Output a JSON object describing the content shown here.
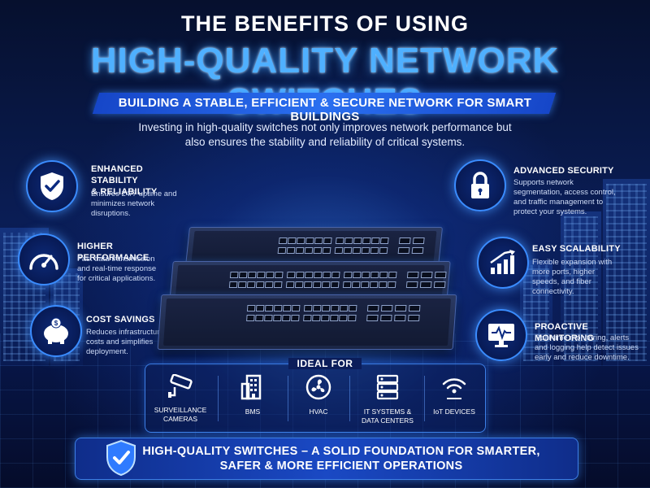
{
  "header": {
    "title_line1": "THE BENEFITS OF USING",
    "title_line2": "HIGH-QUALITY NETWORK SWITCHES",
    "subtitle": "BUILDING A STABLE, EFFICIENT & SECURE NETWORK FOR SMART BUILDINGS",
    "intro": "Investing in high-quality switches not only improves network performance but also ensures the stability and reliability of critical systems."
  },
  "left_features": [
    {
      "icon": "shield-check-icon",
      "title": "ENHANCED STABILITY\n& RELIABILITY",
      "desc": "Ensures 24/7 uptime and minimizes network disruptions."
    },
    {
      "icon": "speedometer-icon",
      "title": "HIGHER PERFORMANCE",
      "desc": "Fast data transmission and real-time response for critical applications."
    },
    {
      "icon": "piggy-bank-icon",
      "title": "COST SAVINGS",
      "desc": "Reduces infrastructure costs and simplifies deployment."
    }
  ],
  "right_features": [
    {
      "icon": "lock-icon",
      "title": "ADVANCED SECURITY",
      "desc": "Supports network segmentation, access control, and traffic management to protect your systems."
    },
    {
      "icon": "growth-chart-icon",
      "title": "EASY SCALABILITY",
      "desc": "Flexible expansion with more ports, higher speeds, and fiber connectivity."
    },
    {
      "icon": "monitor-pulse-icon",
      "title": "PROACTIVE MONITORING",
      "desc": "Real-time monitoring, alerts and logging help detect issues early and reduce downtime."
    }
  ],
  "ideal_for": {
    "label": "IDEAL FOR",
    "items": [
      {
        "icon": "cctv-camera-icon",
        "label": "SURVEILLANCE\nCAMERAS"
      },
      {
        "icon": "building-icon",
        "label": "BMS"
      },
      {
        "icon": "fan-icon",
        "label": "HVAC"
      },
      {
        "icon": "server-rack-icon",
        "label": "IT SYSTEMS &\nDATA CENTERS"
      },
      {
        "icon": "wifi-cloud-icon",
        "label": "IoT DEVICES"
      }
    ]
  },
  "footer": {
    "icon": "shield-check-icon",
    "text": "HIGH-QUALITY SWITCHES – A SOLID FOUNDATION FOR SMARTER, SAFER & MORE EFFICIENT OPERATIONS"
  },
  "colors": {
    "accent": "#3a8cff",
    "title_blue": "#4fb0ff",
    "background": "#071545"
  }
}
